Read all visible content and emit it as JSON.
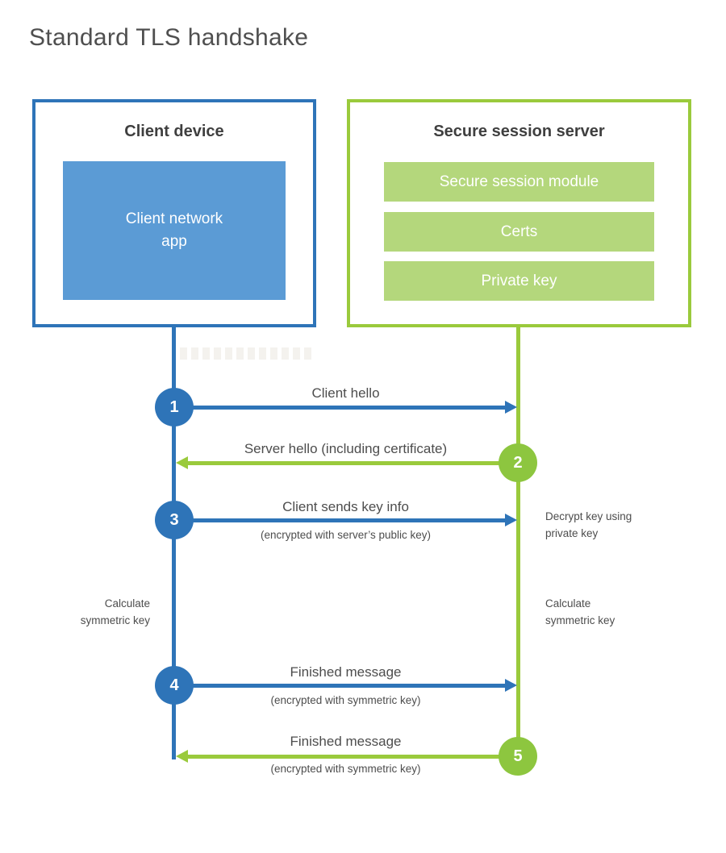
{
  "title": "Standard TLS handshake",
  "colors": {
    "blue": "#2e74b8",
    "blue_fill": "#5b9bd5",
    "green": "#9aca3c",
    "green_fill": "#b4d77c",
    "circle_green": "#8dc63f",
    "text_dark": "#3f3f3f",
    "text_med": "#4d4d4d",
    "title_gray": "#4f4f4f"
  },
  "client": {
    "title": "Client device",
    "app_label": "Client network\napp"
  },
  "server": {
    "title": "Secure session server",
    "modules": [
      "Secure session module",
      "Certs",
      "Private key"
    ]
  },
  "steps": [
    {
      "num": "1",
      "label": "Client hello",
      "sub": "",
      "direction": "client-to-server"
    },
    {
      "num": "2",
      "label": "Server hello (including certificate)",
      "sub": "",
      "direction": "server-to-client"
    },
    {
      "num": "3",
      "label": "Client sends key info",
      "sub": "(encrypted with server’s public key)",
      "direction": "client-to-server"
    },
    {
      "num": "4",
      "label": "Finished message",
      "sub": "(encrypted with symmetric key)",
      "direction": "client-to-server"
    },
    {
      "num": "5",
      "label": "Finished message",
      "sub": "(encrypted with symmetric key)",
      "direction": "server-to-client"
    }
  ],
  "notes": {
    "decrypt": "Decrypt key using\nprivate key",
    "calculate_left": "Calculate\nsymmetric key",
    "calculate_right": "Calculate\nsymmetric key"
  }
}
